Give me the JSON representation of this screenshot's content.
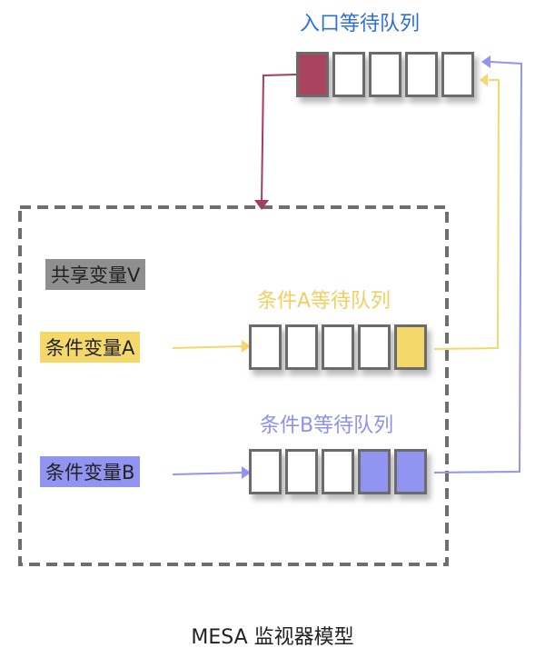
{
  "entry_queue": {
    "title": "入口等待队列",
    "title_color": "#2f6fd6",
    "cells": [
      "#a8445e",
      "#ffffff",
      "#ffffff",
      "#ffffff",
      "#ffffff"
    ]
  },
  "monitor": {
    "shared_var": {
      "label": "共享变量V",
      "bg": "#8f8f8f"
    },
    "cond_a": {
      "label": "条件变量A",
      "bg": "#f4d86a"
    },
    "cond_b": {
      "label": "条件变量B",
      "bg": "#9194f0"
    },
    "queue_a": {
      "title": "条件A等待队列",
      "title_color": "#f0d060",
      "cells": [
        "#ffffff",
        "#ffffff",
        "#ffffff",
        "#ffffff",
        "#f4d86a"
      ]
    },
    "queue_b": {
      "title": "条件B等待队列",
      "title_color": "#8d90ee",
      "cells": [
        "#ffffff",
        "#ffffff",
        "#ffffff",
        "#9194f0",
        "#9194f0"
      ]
    }
  },
  "colors": {
    "entry_arrow": "#a63d59",
    "a_arrow": "#f4d86a",
    "b_arrow": "#9194f0",
    "border": "#6e6e6e"
  },
  "caption": "MESA 监视器模型"
}
